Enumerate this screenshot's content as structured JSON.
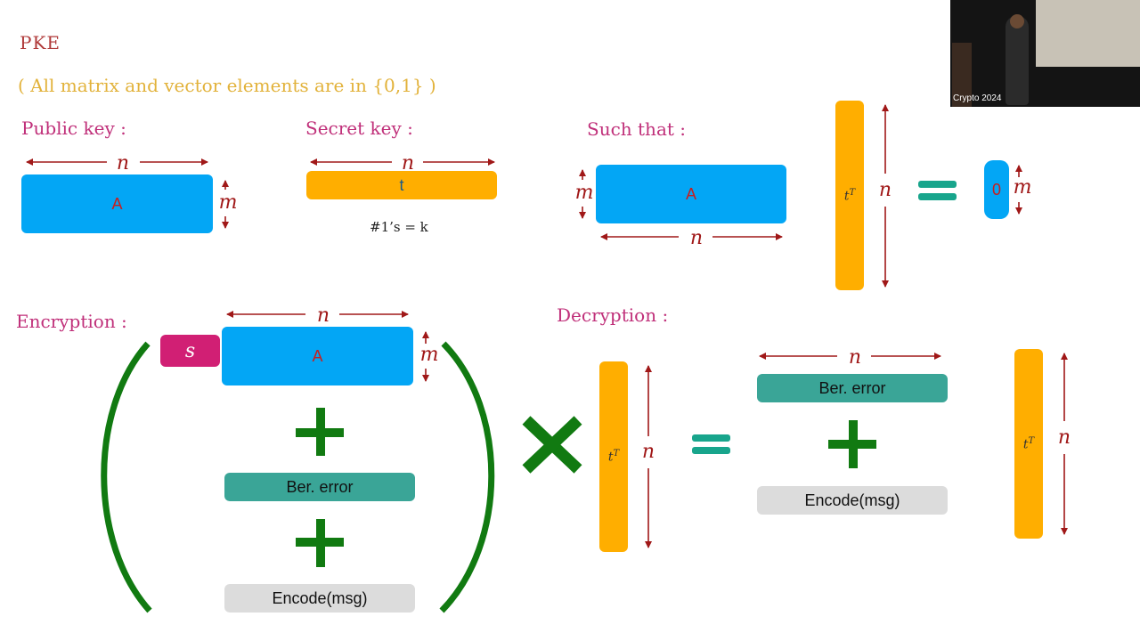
{
  "slide": {
    "title": "PKE",
    "note": "( All matrix and vector elements are in {0,1} )",
    "public_key_label": "Public key :",
    "secret_key_label": "Secret key :",
    "such_that_label": "Such that :",
    "encryption_label": "Encryption :",
    "decryption_label": "Decryption :",
    "matrix_A": "A",
    "secret_t": "t",
    "ones_count": "#1’s = k",
    "zero_vec": "0",
    "transpose": "t",
    "transpose_sup": "T",
    "sym_n": "n",
    "sym_m": "m",
    "sym_s": "s",
    "ber_error": "Ber. error",
    "encode_msg": "Encode(msg)"
  },
  "webcam": {
    "caption": "Crypto 2024"
  },
  "colors": {
    "blue": "#03a6f5",
    "orange": "#ffae00",
    "teal": "#3aa597",
    "magenta": "#d11f74",
    "green": "#117a11",
    "arrow": "#a01818"
  }
}
